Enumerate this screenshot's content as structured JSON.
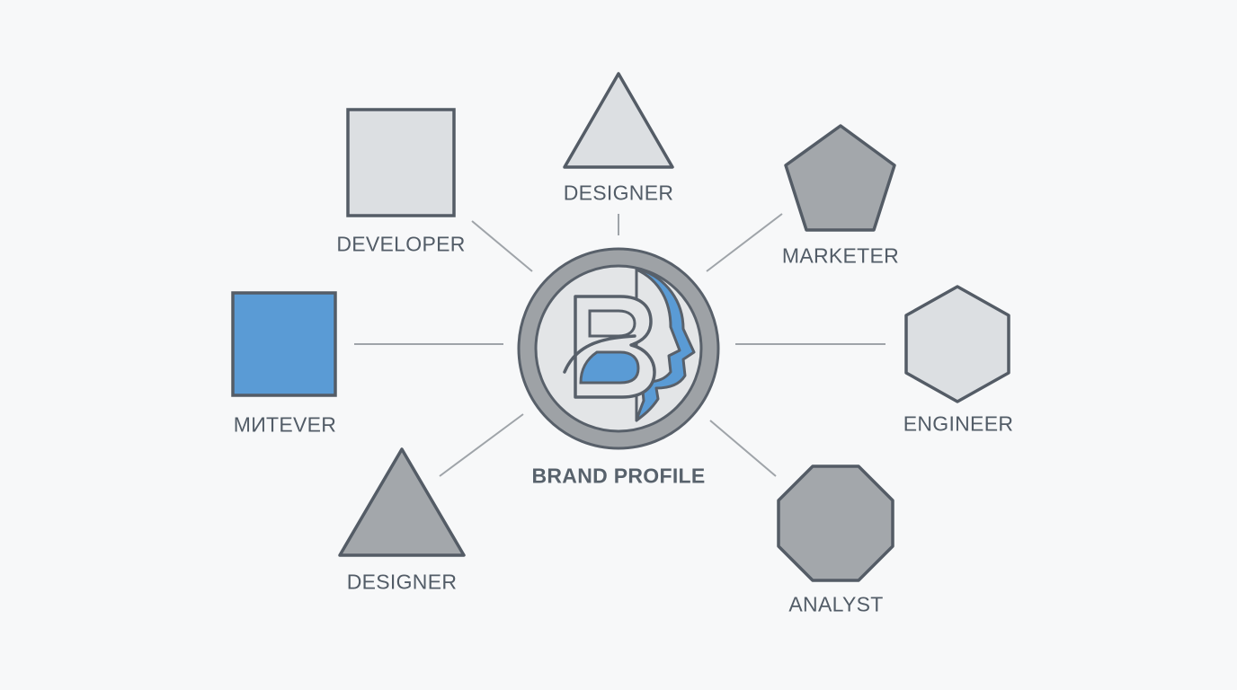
{
  "center": {
    "label": "BRAND PROFILE",
    "logo": "brand-head-logo",
    "colors": {
      "ring": "#9ea2a6",
      "inner": "#e3e5e7",
      "accent": "#5a9bd5",
      "stroke": "#58606a"
    }
  },
  "nodes": [
    {
      "id": "developer",
      "label": "DEVELOPER",
      "shape": "square",
      "fill": "#dcdfe2"
    },
    {
      "id": "designer-top",
      "label": "DESIGNER",
      "shape": "triangle",
      "fill": "#dcdfe2"
    },
    {
      "id": "marketer",
      "label": "MARKETER",
      "shape": "pentagon",
      "fill": "#a3a7ab"
    },
    {
      "id": "whatever",
      "label": "MИTEVER",
      "shape": "square",
      "fill": "#5a9bd5"
    },
    {
      "id": "engineer",
      "label": "ENGINEER",
      "shape": "hexagon",
      "fill": "#dcdfe2"
    },
    {
      "id": "designer-bottom",
      "label": "DESIGNER",
      "shape": "triangle",
      "fill": "#a3a7ab"
    },
    {
      "id": "analyst",
      "label": "ANALYST",
      "shape": "octagon",
      "fill": "#a3a7ab"
    }
  ],
  "colors": {
    "stroke": "#545c66",
    "connector": "#9fa4a9",
    "text": "#525c67"
  }
}
